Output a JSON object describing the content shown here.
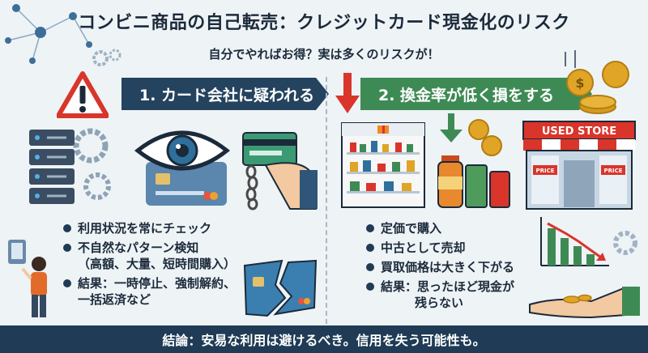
{
  "header": {
    "title": "コンビニ商品の自己転売：クレジットカード現金化のリスク",
    "subtitle": "自分でやればお得？実は多くのリスクが！"
  },
  "left_section": {
    "heading": "1. カード会社に疑われる",
    "bullets": [
      "利用状況を常にチェック",
      "不自然なパターン検知",
      "（高額、大量、短時間購入）",
      "結果：一時停止、強制解約、",
      "一括返済など"
    ]
  },
  "right_section": {
    "heading": "2. 換金率が低く損をする",
    "bullets": [
      "定価で購入",
      "中古として売却",
      "買取価格は大きく下がる",
      "結果：思ったほど現金が",
      "残らない"
    ],
    "store_sign": "USED STORE",
    "price_tag": "PRICE"
  },
  "footer": {
    "text": "結論：安易な利用は避けるべき。信用を失う可能性も。"
  },
  "colors": {
    "navy": "#1f3b55",
    "green": "#3e8a55",
    "warning_red": "#d9352b",
    "coin_gold": "#e0a526"
  }
}
